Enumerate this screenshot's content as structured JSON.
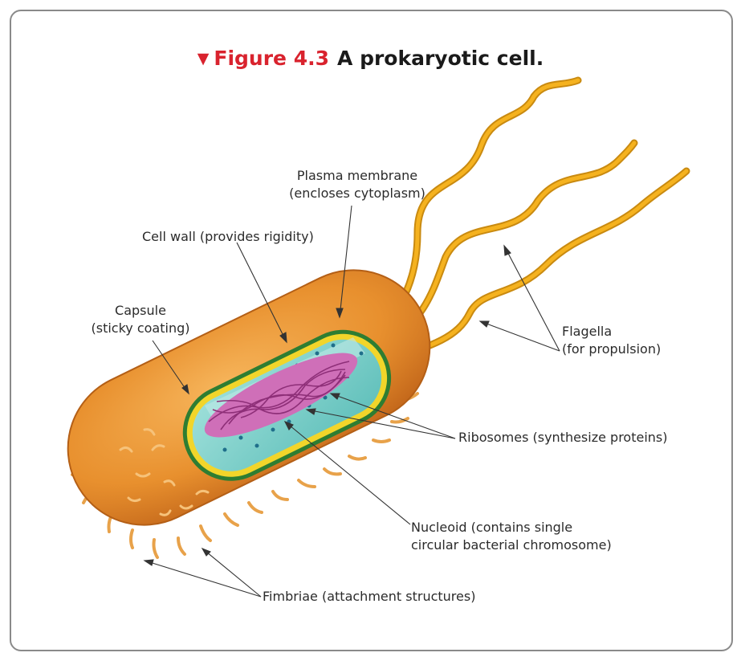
{
  "figure": {
    "number": "Figure 4.3",
    "caption": "A prokaryotic cell."
  },
  "labels": {
    "plasma_membrane": [
      "Plasma membrane",
      "(encloses cytoplasm)"
    ],
    "cell_wall": "Cell wall (provides rigidity)",
    "capsule": [
      "Capsule",
      "(sticky coating)"
    ],
    "flagella": [
      "Flagella",
      "(for propulsion)"
    ],
    "ribosomes": "Ribosomes (synthesize proteins)",
    "nucleoid": [
      "Nucleoid (contains single",
      "circular bacterial chromosome)"
    ],
    "fimbriae": "Fimbriae (attachment structures)"
  },
  "colors": {
    "accent": "#d9232e",
    "capsule": "#e8902e",
    "cell_wall": "#2e7d32",
    "membrane": "#f2d52a",
    "cytoplasm": "#7fd1cc",
    "nucleoid": "#b8489b",
    "flagella": "#f5b21f"
  }
}
